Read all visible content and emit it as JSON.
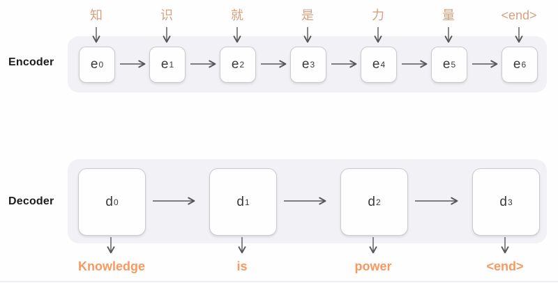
{
  "encoder": {
    "label": "Encoder",
    "inputs": [
      "知",
      "识",
      "就",
      "是",
      "力",
      "量",
      "<end>"
    ],
    "cells": [
      {
        "base": "e",
        "sub": "0"
      },
      {
        "base": "e",
        "sub": "1"
      },
      {
        "base": "e",
        "sub": "2"
      },
      {
        "base": "e",
        "sub": "3"
      },
      {
        "base": "e",
        "sub": "4"
      },
      {
        "base": "e",
        "sub": "5"
      },
      {
        "base": "e",
        "sub": "6"
      }
    ]
  },
  "decoder": {
    "label": "Decoder",
    "cells": [
      {
        "base": "d",
        "sub": "0"
      },
      {
        "base": "d",
        "sub": "1"
      },
      {
        "base": "d",
        "sub": "2"
      },
      {
        "base": "d",
        "sub": "3"
      }
    ],
    "outputs": [
      "Knowledge",
      "is",
      "power",
      "<end>"
    ]
  },
  "colors": {
    "input_accent": "#d4a27c",
    "output_accent": "#f8995f",
    "track_bg": "#f2f1f6",
    "arrow": "#55555a",
    "cell_text": "#3a3a3c",
    "label_text": "#1c1c1e"
  }
}
